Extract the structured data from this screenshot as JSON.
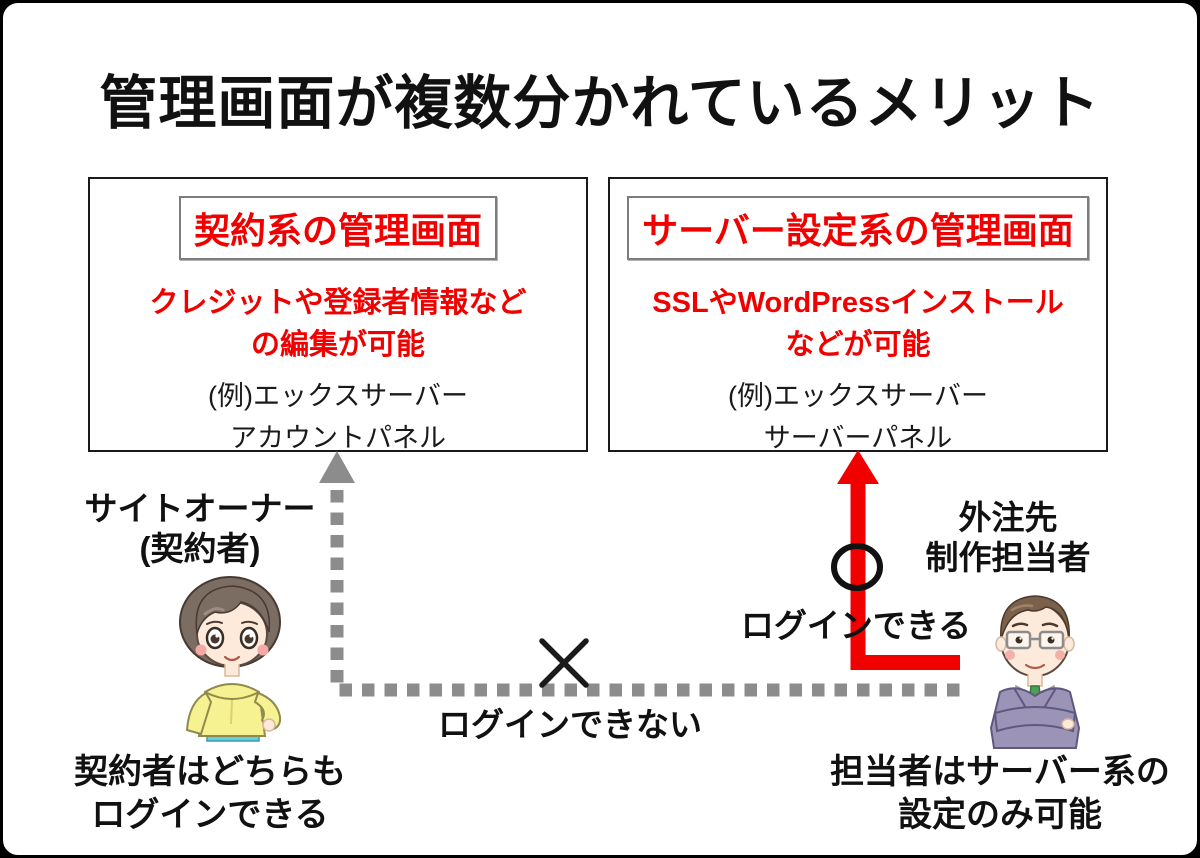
{
  "title": "管理画面が複数分かれているメリット",
  "panels": {
    "contract": {
      "heading": "契約系の管理画面",
      "desc_line1": "クレジットや登録者情報など",
      "desc_line2": "の編集が可能",
      "example_line1": "(例)エックスサーバー",
      "example_line2": "アカウントパネル"
    },
    "server": {
      "heading": "サーバー設定系の管理画面",
      "desc_line1": "SSLやWordPressインストール",
      "desc_line2": "などが可能",
      "example_line1": "(例)エックスサーバー",
      "example_line2": "サーバーパネル"
    }
  },
  "actors": {
    "owner": {
      "label_line1": "サイトオーナー",
      "label_line2": "(契約者)",
      "note_line1": "契約者はどちらも",
      "note_line2": "ログインできる"
    },
    "contractor": {
      "label_line1": "外注先",
      "label_line2": "制作担当者",
      "note_line1": "担当者はサーバー系の",
      "note_line2": "設定のみ可能"
    }
  },
  "connections": {
    "owner_to_contract_panel": {
      "style": "gray-dashed-arrow"
    },
    "owner_to_server_panel": {
      "style": "gray-dashed-blocked",
      "symbol": "×",
      "label": "ログインできない"
    },
    "contractor_to_server_panel": {
      "style": "red-solid-arrow",
      "symbol": "○",
      "label": "ログインできる"
    }
  },
  "colors": {
    "accent_red": "#f10000",
    "arrow_gray": "#8c8c8c",
    "text_black": "#1a1a1a",
    "heading_box_border": "#7d7d7d",
    "owner_top_yellow": "#f6f191",
    "owner_skirt_teal": "#63cede",
    "contractor_suit": "#9b94b6",
    "contractor_tie_green": "#4f9e55"
  }
}
